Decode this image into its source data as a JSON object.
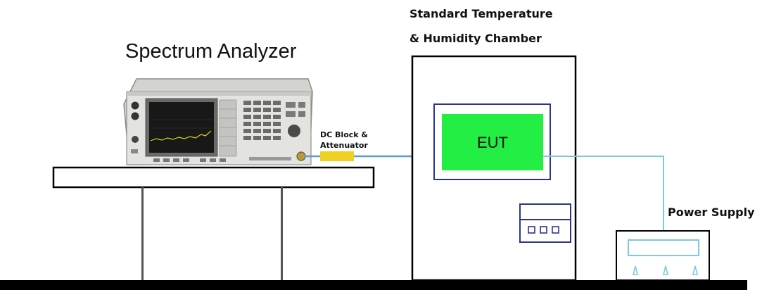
{
  "labels": {
    "spectrum_analyzer": "Spectrum Analyzer",
    "chamber_line1": "Standard Temperature",
    "chamber_line2": "& Humidity Chamber",
    "dc_block_line1": "DC Block &",
    "dc_block_line2": "Attenuator",
    "eut": "EUT",
    "power_supply": "Power Supply"
  },
  "colors": {
    "cable": "#5b9bd5",
    "power_cable": "#7fc8dc",
    "eut_fill": "#22ee44",
    "eut_frame": "#2b3590",
    "attenuator": "#f0d020",
    "panel_outline": "#2b3590",
    "floor": "#000000"
  },
  "icons": {
    "analyzer": "spectrum-analyzer-instrument-icon",
    "power_supply": "power-supply-unit-icon",
    "control_panel": "chamber-control-panel-icon"
  }
}
